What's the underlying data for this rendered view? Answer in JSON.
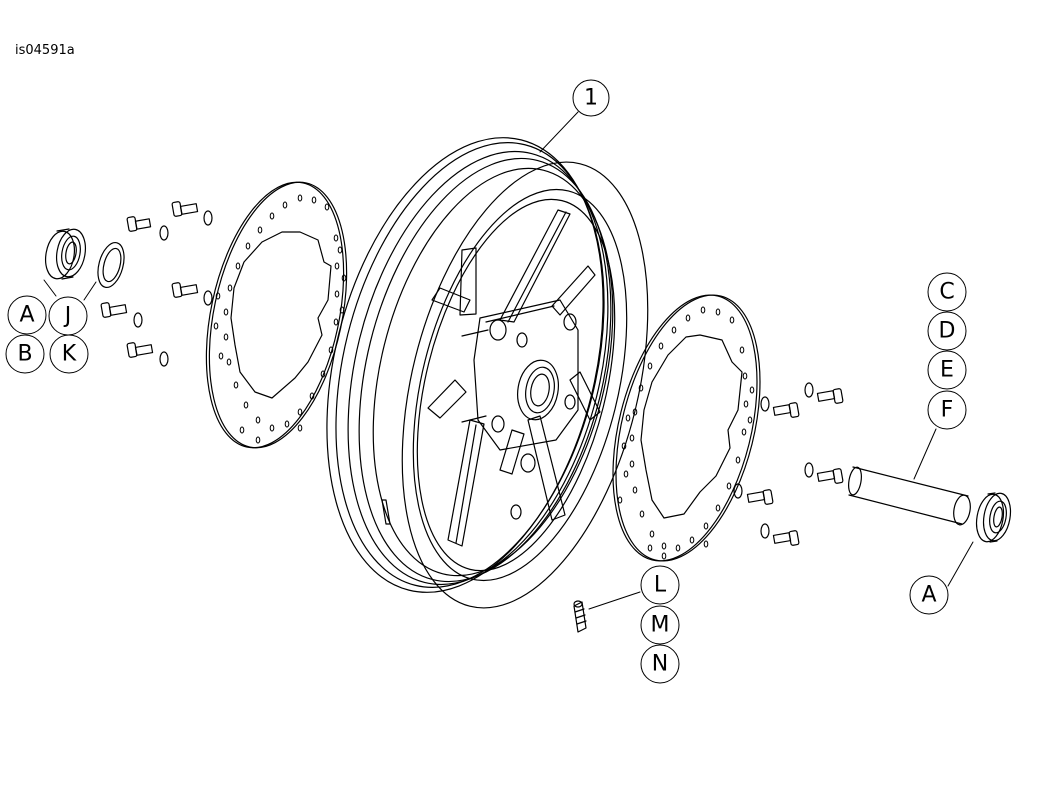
{
  "figure": {
    "reference_id": "is04591a",
    "callouts": {
      "wheel": "1",
      "left_a": "A",
      "left_b": "B",
      "left_j": "J",
      "left_k": "K",
      "c": "C",
      "d": "D",
      "e": "E",
      "f": "F",
      "right_a": "A",
      "l": "L",
      "m": "M",
      "n": "N"
    }
  }
}
